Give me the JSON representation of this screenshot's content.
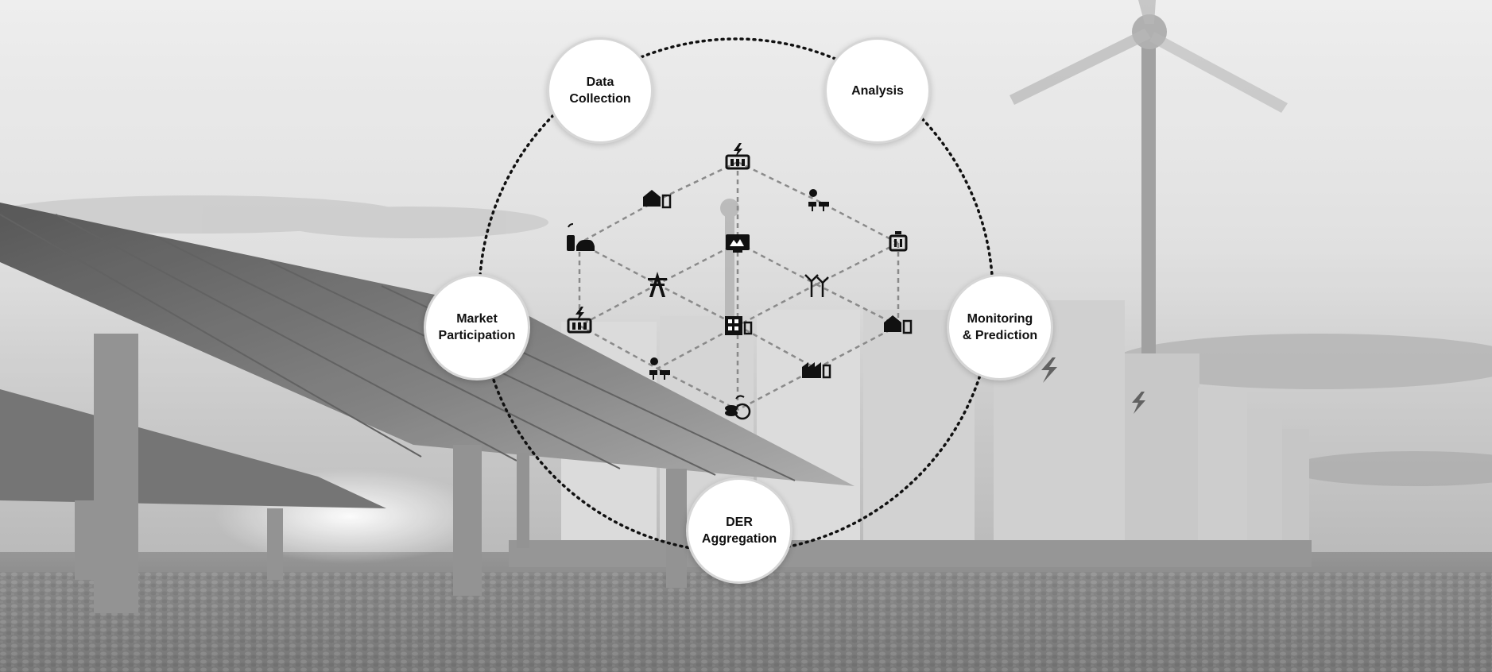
{
  "diagram": {
    "nodes": [
      {
        "id": "data-collection",
        "label": "Data\nCollection"
      },
      {
        "id": "analysis",
        "label": "Analysis"
      },
      {
        "id": "monitoring",
        "label": "Monitoring\n& Prediction"
      },
      {
        "id": "der",
        "label": "DER\nAggregation"
      },
      {
        "id": "market",
        "label": "Market\nParticipation"
      }
    ],
    "hub_icons": [
      "battery-charging-icon",
      "house-battery-icon",
      "solar-sun-icon",
      "ev-charging-station-icon",
      "control-monitor-icon",
      "battery-storage-icon",
      "transmission-tower-icon",
      "wind-turbines-icon",
      "battery-charging-icon",
      "building-battery-icon",
      "house-battery-icon",
      "solar-sun-icon",
      "factory-battery-icon",
      "co2-coins-icon"
    ]
  }
}
